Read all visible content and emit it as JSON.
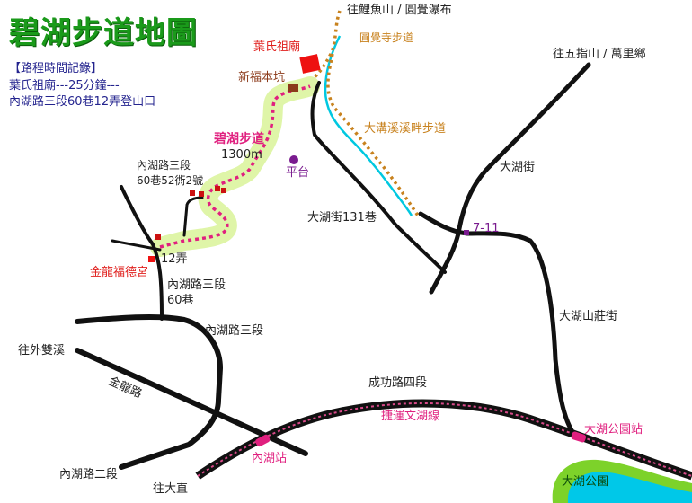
{
  "title": "碧湖步道地圖",
  "legend": {
    "header": "【路程時間記錄】",
    "line1": "葉氏祖廟---25分鐘---",
    "line2": "內湖路三段60巷12弄登山口"
  },
  "labels": {
    "carp_mountain": "往鯉魚山 / 圓覺瀑布",
    "yuanjue_trail": "圓覺寺步道",
    "ye_temple": "葉氏祖廟",
    "xinfu_pit": "新福本坑",
    "dagou_trail": "大溝溪溪畔步道",
    "wuzhi": "往五指山 / 萬里鄉",
    "bihu_trail": "碧湖步道",
    "trail_length": "1300m",
    "platform": "平台",
    "dahu_st": "大湖街",
    "neihu_lane52": "內湖路三段",
    "neihu_lane52_b": "60巷52衖2號",
    "dahu_lane131": "大湖街131巷",
    "seven_eleven": "7-11",
    "alley12": "12弄",
    "jinlong_temple": "金龍福德宮",
    "neihu_60": "內湖路三段",
    "neihu_60_b": "60巷",
    "dahu_shanzhuang": "大湖山莊街",
    "neihu_sec3": "內湖路三段",
    "waishuangxi": "往外雙溪",
    "jinlong_rd": "金龍路",
    "chenggong": "成功路四段",
    "wenhu_line": "捷運文湖線",
    "dahu_park_station": "大湖公園站",
    "neihu_station": "內湖站",
    "neihu_sec2": "內湖路二段",
    "dazhi": "往大直",
    "dahu_park": "大湖公園"
  },
  "colors": {
    "title": "#1a9a1a",
    "legend": "#23238e",
    "trail": "#e0207f",
    "path_orange": "#c8821e",
    "stream": "#00c8e0",
    "glow": "#dff5a8",
    "park": "#7dd22a",
    "lake": "#00c8e8"
  }
}
